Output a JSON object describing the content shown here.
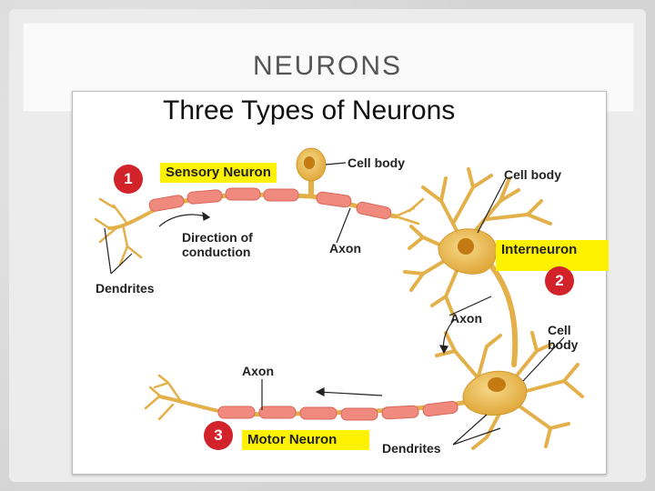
{
  "slide": {
    "title": "NEURONS"
  },
  "figure": {
    "title": "Three Types of Neurons",
    "labels": {
      "sensory_neuron": "Sensory Neuron",
      "interneuron": "Interneuron",
      "motor_neuron": "Motor Neuron",
      "cell_body_1": "Cell body",
      "cell_body_2": "Cell body",
      "cell_body_3_line1": "Cell",
      "cell_body_3_line2": "body",
      "axon_1": "Axon",
      "axon_2": "Axon",
      "axon_3": "Axon",
      "dendrites_1": "Dendrites",
      "dendrites_2": "Dendrites",
      "direction_line1": "Direction of",
      "direction_line2": "conduction"
    },
    "badges": {
      "one": "1",
      "two": "2",
      "three": "3"
    }
  },
  "colors": {
    "neuron_body": "#e8b84a",
    "nucleus": "#c47a12",
    "myelin": "#f08a7e",
    "highlight": "#fff200",
    "badge": "#d2232a"
  }
}
